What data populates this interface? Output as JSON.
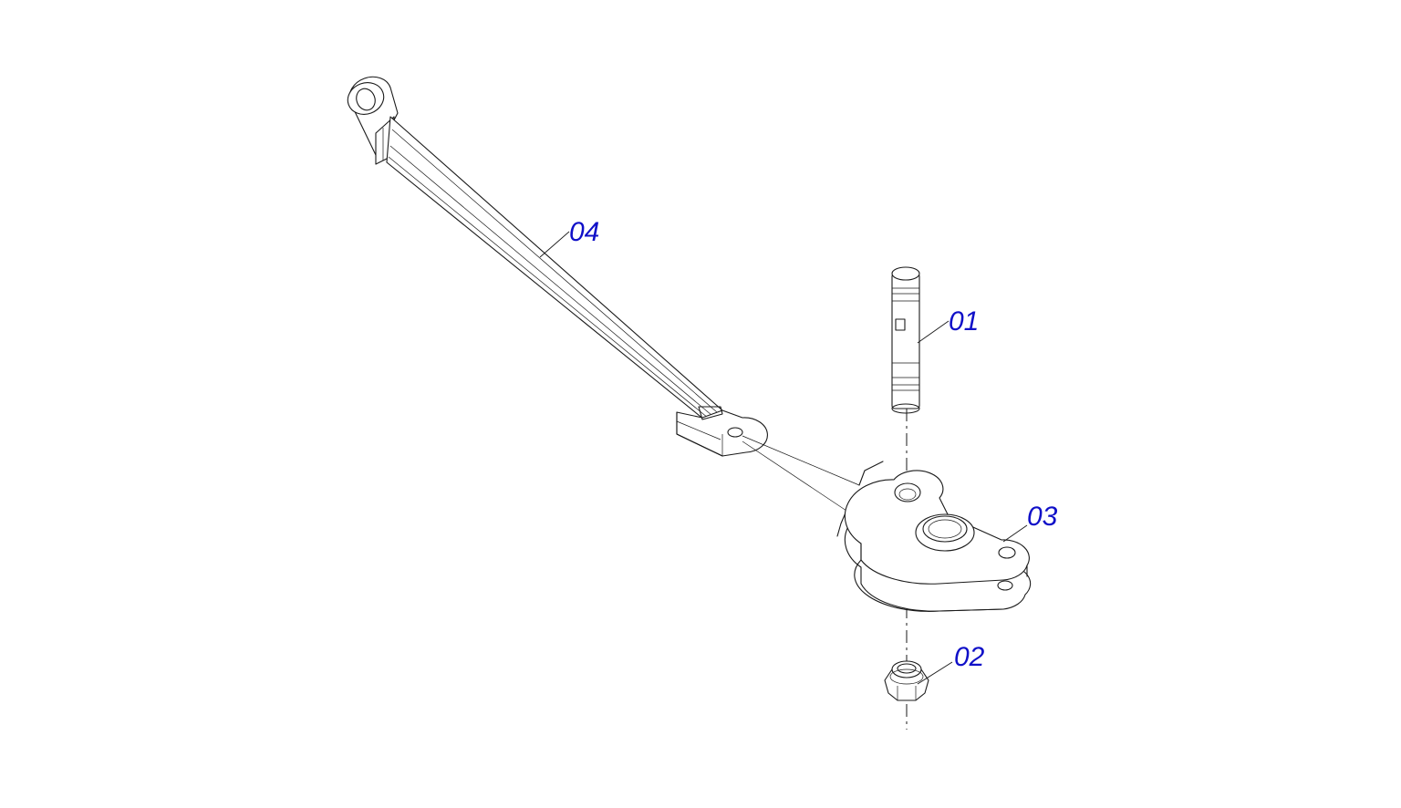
{
  "diagram": {
    "type": "exploded-assembly",
    "callouts": [
      {
        "id": "part-01",
        "label": "01"
      },
      {
        "id": "part-02",
        "label": "02"
      },
      {
        "id": "part-03",
        "label": "03"
      },
      {
        "id": "part-04",
        "label": "04"
      }
    ],
    "colors": {
      "callout_text": "#1010c8",
      "line_art": "#1a1a1a",
      "background": "#ffffff"
    }
  }
}
